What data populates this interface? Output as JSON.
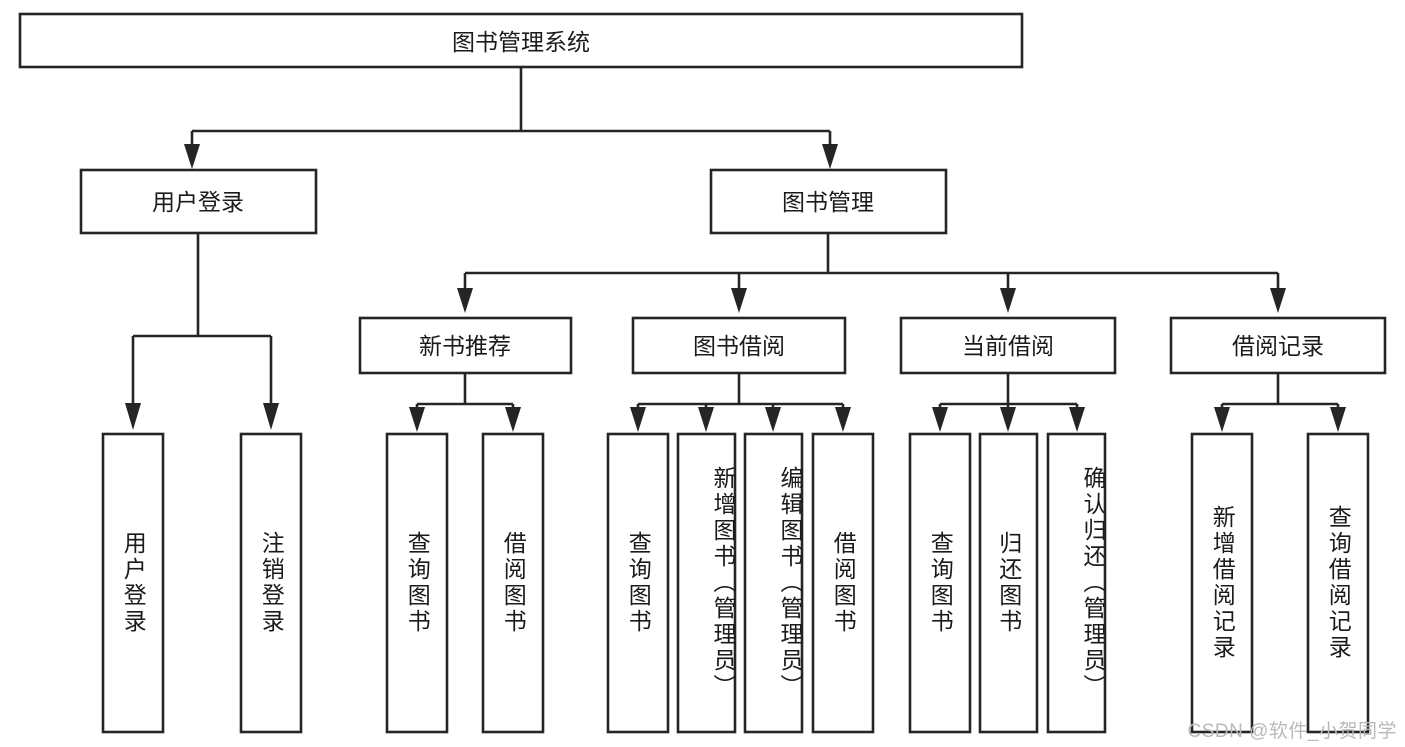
{
  "diagram": {
    "title": "图书管理系统",
    "type": "hierarchy-tree",
    "watermark": "CSDN @软件_小贺同学",
    "colors": {
      "background": "#ffffff",
      "stroke": "#252525",
      "text": "#1b1b1b",
      "watermark": "#b9b9b9"
    },
    "levels": {
      "root": {
        "label": "图书管理系统"
      },
      "level2": [
        {
          "label": "用户登录"
        },
        {
          "label": "图书管理"
        }
      ],
      "level3": [
        {
          "label": "新书推荐"
        },
        {
          "label": "图书借阅"
        },
        {
          "label": "当前借阅"
        },
        {
          "label": "借阅记录"
        }
      ],
      "leaves": [
        {
          "label": "用户登录",
          "parent": "用户登录"
        },
        {
          "label": "注销登录",
          "parent": "用户登录"
        },
        {
          "label": "查询图书",
          "parent": "新书推荐"
        },
        {
          "label": "借阅图书",
          "parent": "新书推荐"
        },
        {
          "label": "查询图书",
          "parent": "图书借阅"
        },
        {
          "label": "新增图书（管理员）",
          "parent": "图书借阅"
        },
        {
          "label": "编辑图书（管理员）",
          "parent": "图书借阅"
        },
        {
          "label": "借阅图书",
          "parent": "图书借阅"
        },
        {
          "label": "查询图书",
          "parent": "当前借阅"
        },
        {
          "label": "归还图书",
          "parent": "当前借阅"
        },
        {
          "label": "确认归还（管理员）",
          "parent": "当前借阅"
        },
        {
          "label": "新增借阅记录",
          "parent": "借阅记录"
        },
        {
          "label": "查询借阅记录",
          "parent": "借阅记录"
        }
      ]
    }
  }
}
